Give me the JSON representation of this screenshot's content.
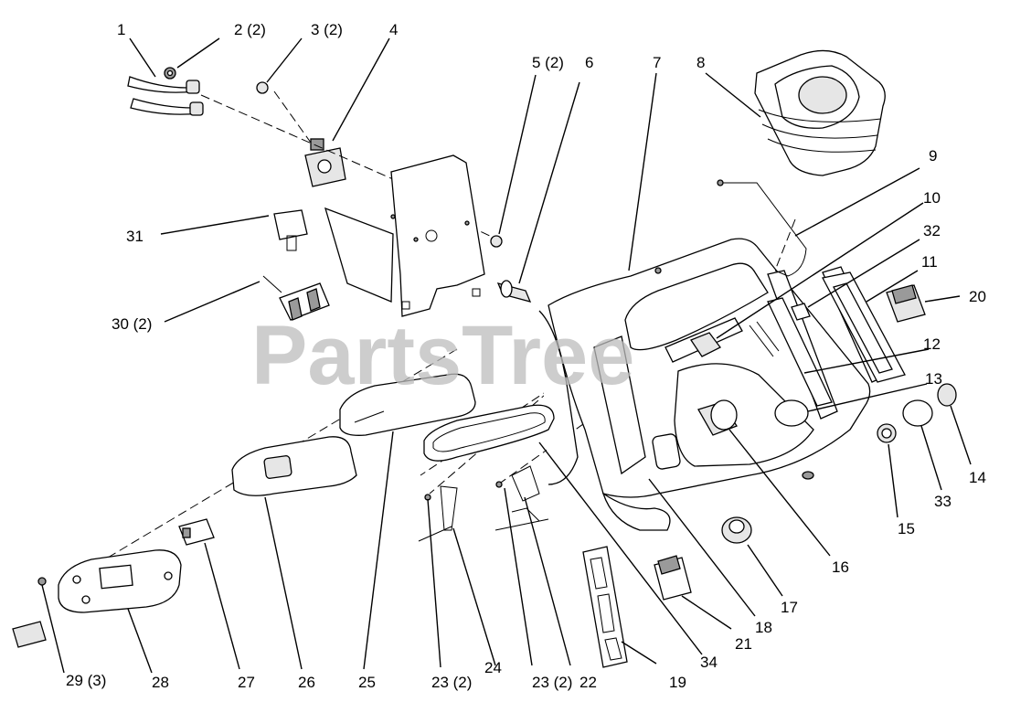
{
  "watermark": "PartsTree",
  "callouts": [
    {
      "id": "c1",
      "label": "1"
    },
    {
      "id": "c2",
      "label": "2 (2)"
    },
    {
      "id": "c3",
      "label": "3 (2)"
    },
    {
      "id": "c4",
      "label": "4"
    },
    {
      "id": "c5",
      "label": "5 (2)"
    },
    {
      "id": "c6",
      "label": "6"
    },
    {
      "id": "c7",
      "label": "7"
    },
    {
      "id": "c8",
      "label": "8"
    },
    {
      "id": "c9",
      "label": "9"
    },
    {
      "id": "c10",
      "label": "10"
    },
    {
      "id": "c32",
      "label": "32"
    },
    {
      "id": "c11",
      "label": "11"
    },
    {
      "id": "c20",
      "label": "20"
    },
    {
      "id": "c12",
      "label": "12"
    },
    {
      "id": "c13",
      "label": "13"
    },
    {
      "id": "c14",
      "label": "14"
    },
    {
      "id": "c33",
      "label": "33"
    },
    {
      "id": "c15",
      "label": "15"
    },
    {
      "id": "c16",
      "label": "16"
    },
    {
      "id": "c17",
      "label": "17"
    },
    {
      "id": "c18",
      "label": "18"
    },
    {
      "id": "c21",
      "label": "21"
    },
    {
      "id": "c34",
      "label": "34"
    },
    {
      "id": "c19",
      "label": "19"
    },
    {
      "id": "c22",
      "label": "22"
    },
    {
      "id": "c23b",
      "label": "23 (2)"
    },
    {
      "id": "c24",
      "label": "24"
    },
    {
      "id": "c23a",
      "label": "23 (2)"
    },
    {
      "id": "c25",
      "label": "25"
    },
    {
      "id": "c26",
      "label": "26"
    },
    {
      "id": "c27",
      "label": "27"
    },
    {
      "id": "c28",
      "label": "28"
    },
    {
      "id": "c29",
      "label": "29 (3)"
    },
    {
      "id": "c31",
      "label": "31"
    },
    {
      "id": "c30",
      "label": "30 (2)"
    }
  ]
}
